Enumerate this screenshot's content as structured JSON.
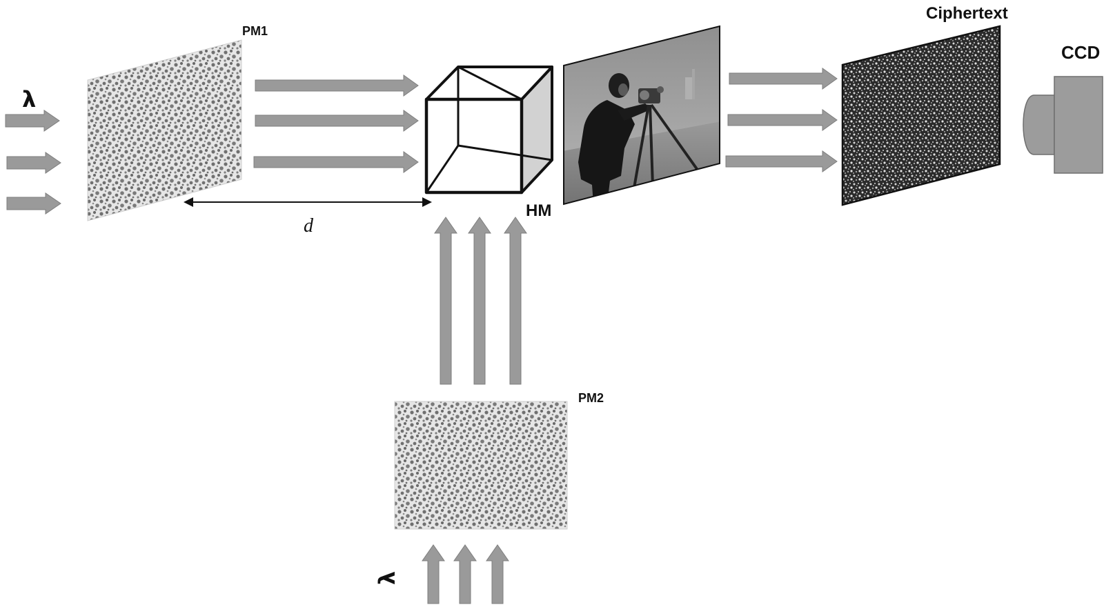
{
  "labels": {
    "lambda_left": "λ",
    "lambda_bottom": "λ",
    "pm1": "PM1",
    "pm2": "PM2",
    "hm": "HM",
    "distance": "d",
    "ciphertext": "Ciphertext",
    "ccd": "CCD"
  },
  "colors": {
    "arrow": "#9a9a9a",
    "arrow_stroke": "#7e7e7e",
    "mask_light": "#e6e6e6",
    "mask_dark": "#707070",
    "cipher_light": "#d8d8d8",
    "cipher_dark": "#1a1a1a",
    "ccd_body": "#9c9c9c",
    "cube_side": "#d2d2d2",
    "outline": "#111111"
  },
  "icons": {
    "phase_mask_1": "random-phase-mask",
    "phase_mask_2": "random-phase-mask",
    "half_mirror": "cube-beam-splitter",
    "object": "cameraman-photo",
    "detector": "ccd-camera"
  }
}
